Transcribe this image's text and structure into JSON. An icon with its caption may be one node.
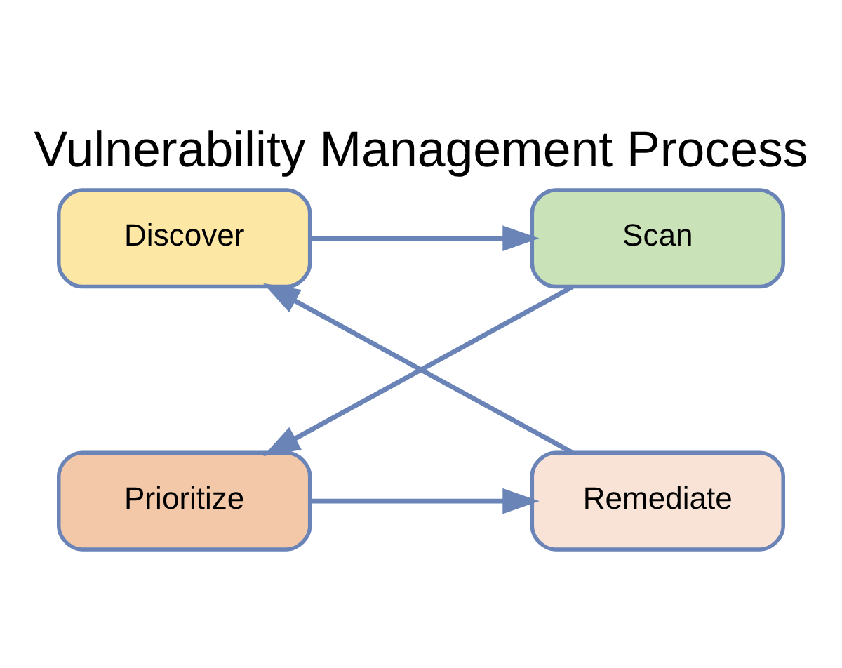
{
  "diagram": {
    "title": "Vulnerability Management Process",
    "nodes": [
      {
        "text": [
          "Discover"
        ]
      },
      {
        "text": [
          "Scan"
        ]
      },
      {
        "text": [
          "Prioritize"
        ]
      },
      {
        "text": [
          "Remediate"
        ]
      }
    ],
    "edges": [
      {
        "from": 0,
        "to": 1,
        "arrow": "to"
      },
      {
        "from": 1,
        "to": 2,
        "arrow": "to"
      },
      {
        "from": 2,
        "to": 3,
        "arrow": "to"
      },
      {
        "from": 3,
        "to": 0,
        "arrow": "to"
      }
    ]
  }
}
